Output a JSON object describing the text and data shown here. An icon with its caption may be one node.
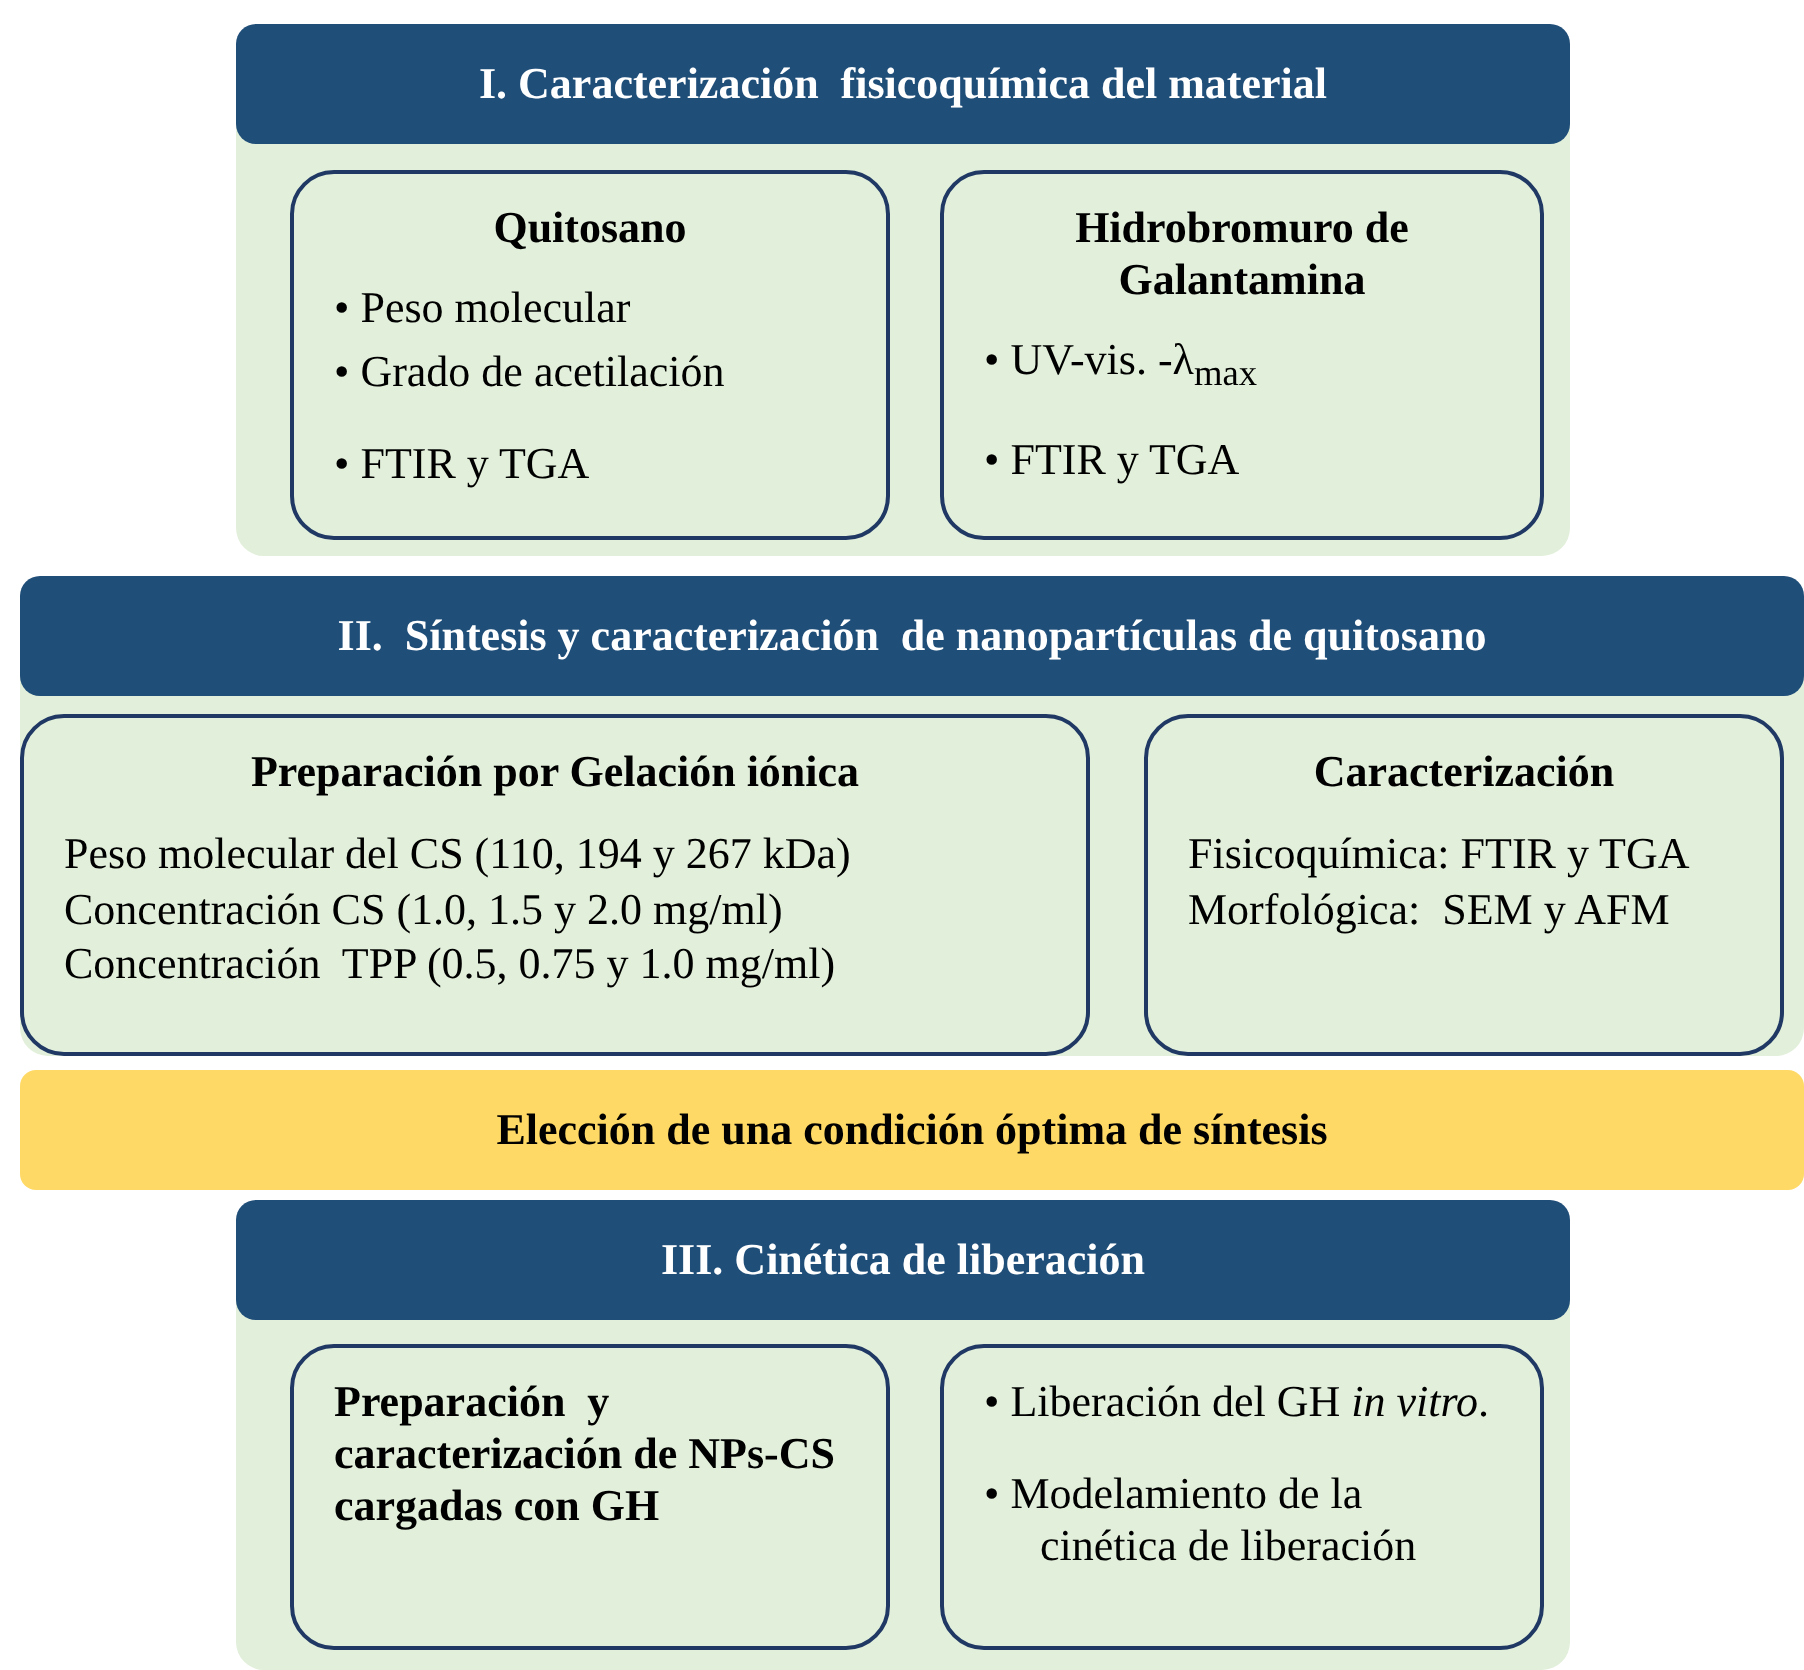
{
  "diagram": {
    "nodes": [
      {
        "text": [
          "I. Caracterización  fisicoquímica del material"
        ]
      },
      {
        "text": [
          "Quitosano",
          "• Peso molecular",
          "• Grado de acetilación",
          "• FTIR y TGA"
        ],
        "in": 0
      },
      {
        "text": [
          "Hidrobromuro de Galantamina",
          "• UV-vis. -λ$_{max}$",
          "• FTIR y TGA"
        ],
        "in": 0
      },
      {
        "text": [
          "II.  Síntesis y caracterización  de nanopartículas de quitosano"
        ]
      },
      {
        "text": [
          "Preparación por Gelación iónica",
          "Peso molecular del CS (110, 194 y 267 kDa)",
          "Concentración CS (1.0, 1.5 y 2.0 mg/ml)",
          "Concentración  TPP (0.5, 0.75 y 1.0 mg/ml)"
        ],
        "in": 3
      },
      {
        "text": [
          "Caracterización",
          "Fisicoquímica: FTIR y TGA",
          "Morfológica:  SEM y AFM"
        ],
        "in": 3
      },
      {
        "text": [
          "Elección de una condición óptima de síntesis"
        ]
      },
      {
        "text": [
          "III. Cinética de liberación"
        ]
      },
      {
        "text": [
          "Preparación  y caracterización de NPs-CS cargadas con GH"
        ],
        "in": 7
      },
      {
        "text": [
          "• Liberación del GH *in vitro*.",
          "• Modelamiento de la cinética de liberación"
        ],
        "in": 7
      }
    ]
  }
}
